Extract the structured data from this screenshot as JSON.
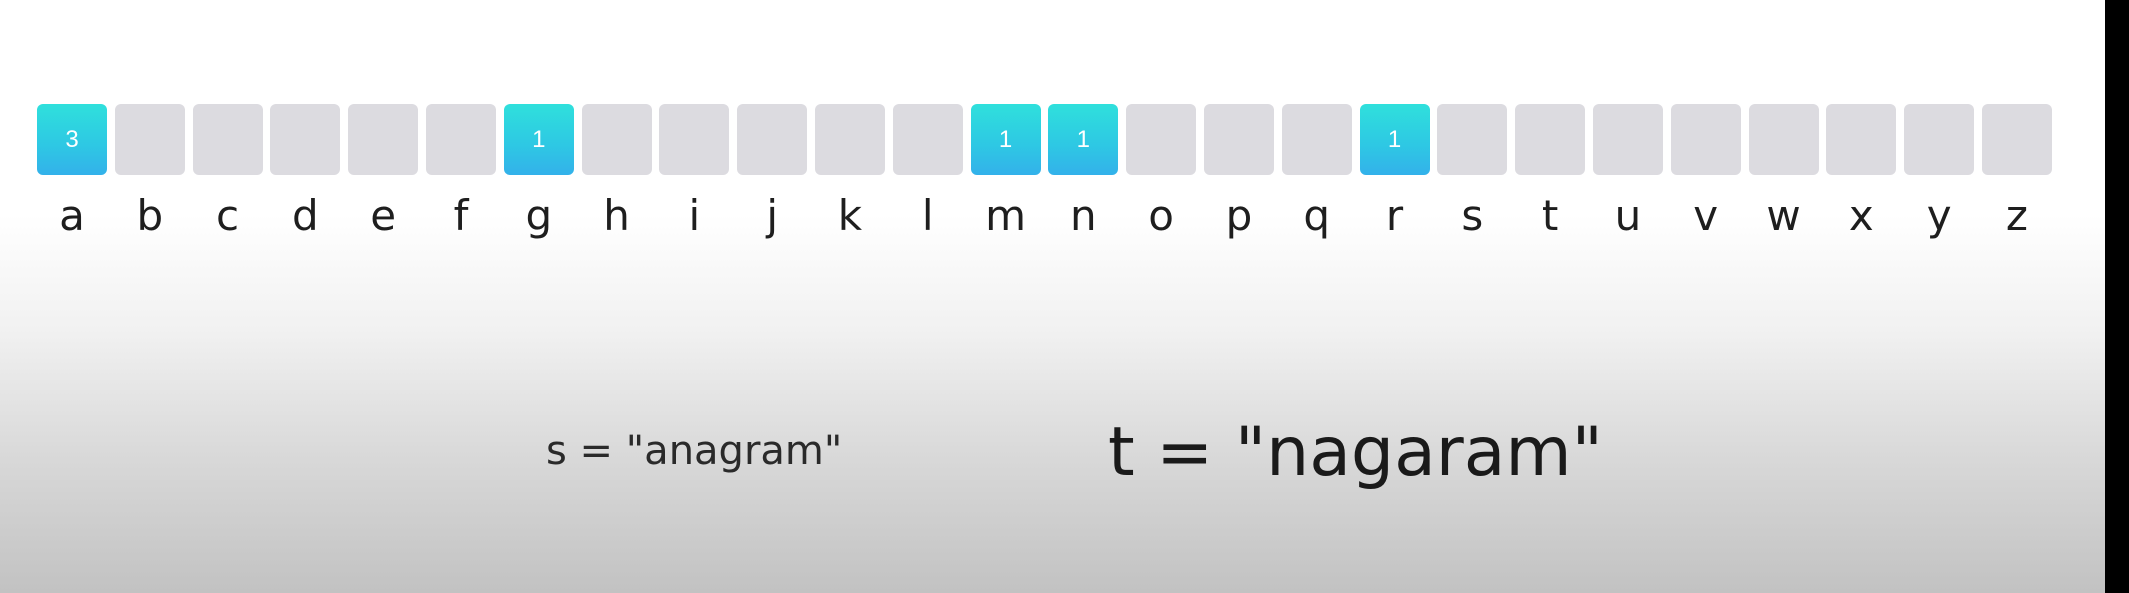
{
  "counter": {
    "cells": [
      {
        "letter": "a",
        "value": "3",
        "active": true
      },
      {
        "letter": "b",
        "value": "",
        "active": false
      },
      {
        "letter": "c",
        "value": "",
        "active": false
      },
      {
        "letter": "d",
        "value": "",
        "active": false
      },
      {
        "letter": "e",
        "value": "",
        "active": false
      },
      {
        "letter": "f",
        "value": "",
        "active": false
      },
      {
        "letter": "g",
        "value": "1",
        "active": true
      },
      {
        "letter": "h",
        "value": "",
        "active": false
      },
      {
        "letter": "i",
        "value": "",
        "active": false
      },
      {
        "letter": "j",
        "value": "",
        "active": false
      },
      {
        "letter": "k",
        "value": "",
        "active": false
      },
      {
        "letter": "l",
        "value": "",
        "active": false
      },
      {
        "letter": "m",
        "value": "1",
        "active": true
      },
      {
        "letter": "n",
        "value": "1",
        "active": true
      },
      {
        "letter": "o",
        "value": "",
        "active": false
      },
      {
        "letter": "p",
        "value": "",
        "active": false
      },
      {
        "letter": "q",
        "value": "",
        "active": false
      },
      {
        "letter": "r",
        "value": "1",
        "active": true
      },
      {
        "letter": "s",
        "value": "",
        "active": false
      },
      {
        "letter": "t",
        "value": "",
        "active": false
      },
      {
        "letter": "u",
        "value": "",
        "active": false
      },
      {
        "letter": "v",
        "value": "",
        "active": false
      },
      {
        "letter": "w",
        "value": "",
        "active": false
      },
      {
        "letter": "x",
        "value": "",
        "active": false
      },
      {
        "letter": "y",
        "value": "",
        "active": false
      },
      {
        "letter": "z",
        "value": "",
        "active": false
      }
    ],
    "active_color": "#2ed3e2",
    "empty_color": "#dcdbe0"
  },
  "strings": {
    "s_expression": "s = \"anagram\"",
    "t_expression": "t = \"nagaram\""
  }
}
